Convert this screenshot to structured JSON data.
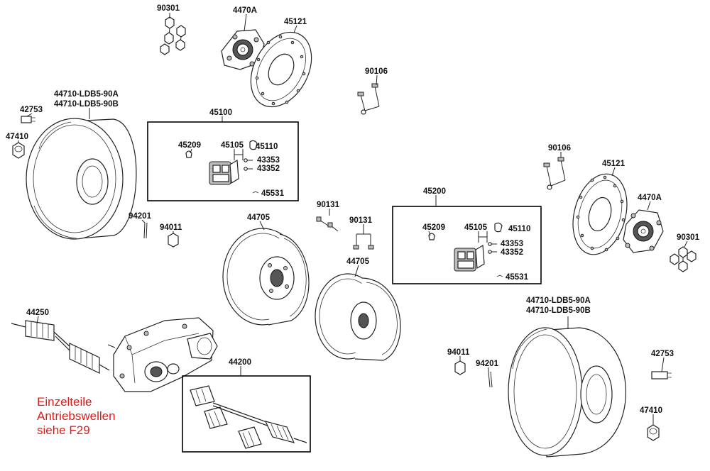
{
  "labels": {
    "l90301a": "90301",
    "l4470Aa": "4470A",
    "l45121a": "45121",
    "l90106a": "90106",
    "l44710a1": "44710-LDB5-90A",
    "l44710a2": "44710-LDB5-90B",
    "l42753a": "42753",
    "l47410a": "47410",
    "l45100": "45100",
    "l45209a": "45209",
    "l45105a": "45105",
    "l45110a": "45110",
    "l43353a": "43353",
    "l43352a": "43352",
    "l45531a": "45531",
    "l94201a": "94201",
    "l94011a": "94011",
    "l44705a": "44705",
    "l90131a": "90131",
    "l90131b": "90131",
    "l45200": "45200",
    "l45209b": "45209",
    "l45105b": "45105",
    "l45110b": "45110",
    "l43353b": "43353",
    "l43352b": "43352",
    "l45531b": "45531",
    "l44705b": "44705",
    "l90106b": "90106",
    "l45121b": "45121",
    "l4470Ab": "4470A",
    "l90301b": "90301",
    "l44250": "44250",
    "l44200": "44200",
    "l44710b1": "44710-LDB5-90A",
    "l44710b2": "44710-LDB5-90B",
    "l42753b": "42753",
    "l94011b": "94011",
    "l94201b": "94201",
    "l47410b": "47410"
  },
  "note": {
    "line1": "Einzelteile",
    "line2": "Antriebswellen",
    "line3": "siehe F29"
  }
}
